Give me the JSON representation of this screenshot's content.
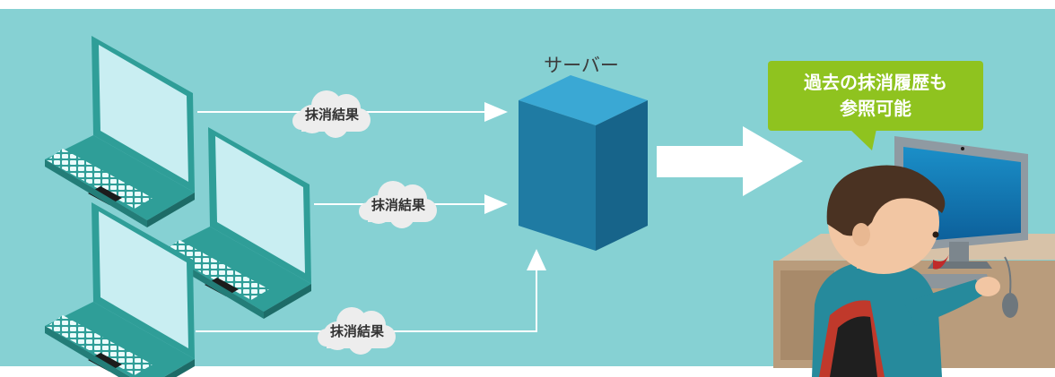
{
  "colors": {
    "background": "#86d1d3",
    "laptop_body": "#2f9e98",
    "laptop_screen": "#c9eef2",
    "server_front": "#1f7ba3",
    "server_top": "#3aa8d4",
    "bubble": "#8fc31f",
    "arrow": "#ffffff"
  },
  "flows": [
    {
      "label": "抹消結果"
    },
    {
      "label": "抹消結果"
    },
    {
      "label": "抹消結果"
    }
  ],
  "server": {
    "label": "サーバー"
  },
  "callout": {
    "line1": "過去の抹消履歴も",
    "line2": "参照可能"
  },
  "icons": [
    "laptop-icon",
    "cloud-icon",
    "server-icon",
    "arrow-icon",
    "person-icon",
    "monitor-icon",
    "desk-icon",
    "chair-icon",
    "mouse-icon",
    "keyboard-icon"
  ]
}
